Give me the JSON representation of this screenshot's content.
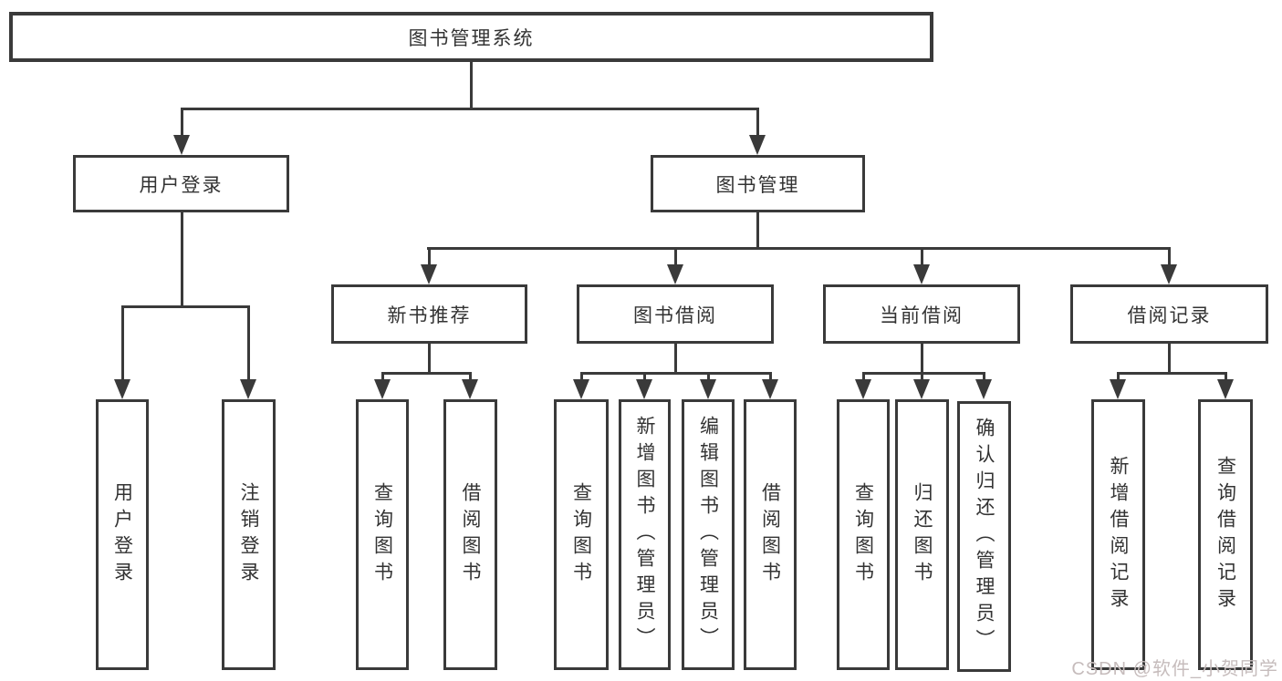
{
  "diagram": {
    "root": "图书管理系统",
    "branches": [
      {
        "label": "用户登录",
        "leaves": [
          "用户登录",
          "注销登录"
        ]
      },
      {
        "label": "图书管理",
        "sections": [
          {
            "label": "新书推荐",
            "leaves": [
              "查询图书",
              "借阅图书"
            ]
          },
          {
            "label": "图书借阅",
            "leaves": [
              "查询图书",
              "新增图书（管理员）",
              "编辑图书（管理员）",
              "借阅图书"
            ]
          },
          {
            "label": "当前借阅",
            "leaves": [
              "查询图书",
              "归还图书",
              "确认归还（管理员）"
            ]
          },
          {
            "label": "借阅记录",
            "leaves": [
              "新增借阅记录",
              "查询借阅记录"
            ]
          }
        ]
      }
    ]
  },
  "watermark": "CSDN @软件_小贺同学",
  "colors": {
    "line": "#3a3a3a",
    "text": "#333333",
    "background": "#ffffff",
    "watermark": "#c6bcbc"
  }
}
